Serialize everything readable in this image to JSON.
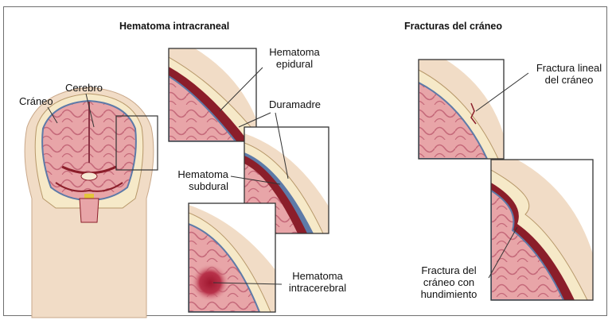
{
  "sections": {
    "left_title": "Hematoma intracraneal",
    "right_title": "Fracturas del cráneo"
  },
  "labels": {
    "craneo": "Cráneo",
    "cerebro": "Cerebro",
    "epidural_line1": "Hematoma",
    "epidural_line2": "epidural",
    "duramadre": "Duramadre",
    "subdural_line1": "Hematoma",
    "subdural_line2": "subdural",
    "intracerebral_line1": "Hematoma",
    "intracerebral_line2": "intracerebral",
    "lineal_line1": "Fractura lineal",
    "lineal_line2": "del cráneo",
    "hundimiento_line1": "Fractura del",
    "hundimiento_line2": "cráneo con",
    "hundimiento_line3": "hundimiento"
  },
  "colors": {
    "skin": "#f1dcc6",
    "skull": "#f6e9c8",
    "brain": "#e7a3a6",
    "sulci": "#b8505c",
    "blood": "#8b1e2a",
    "dura": "#5d7aa8"
  }
}
